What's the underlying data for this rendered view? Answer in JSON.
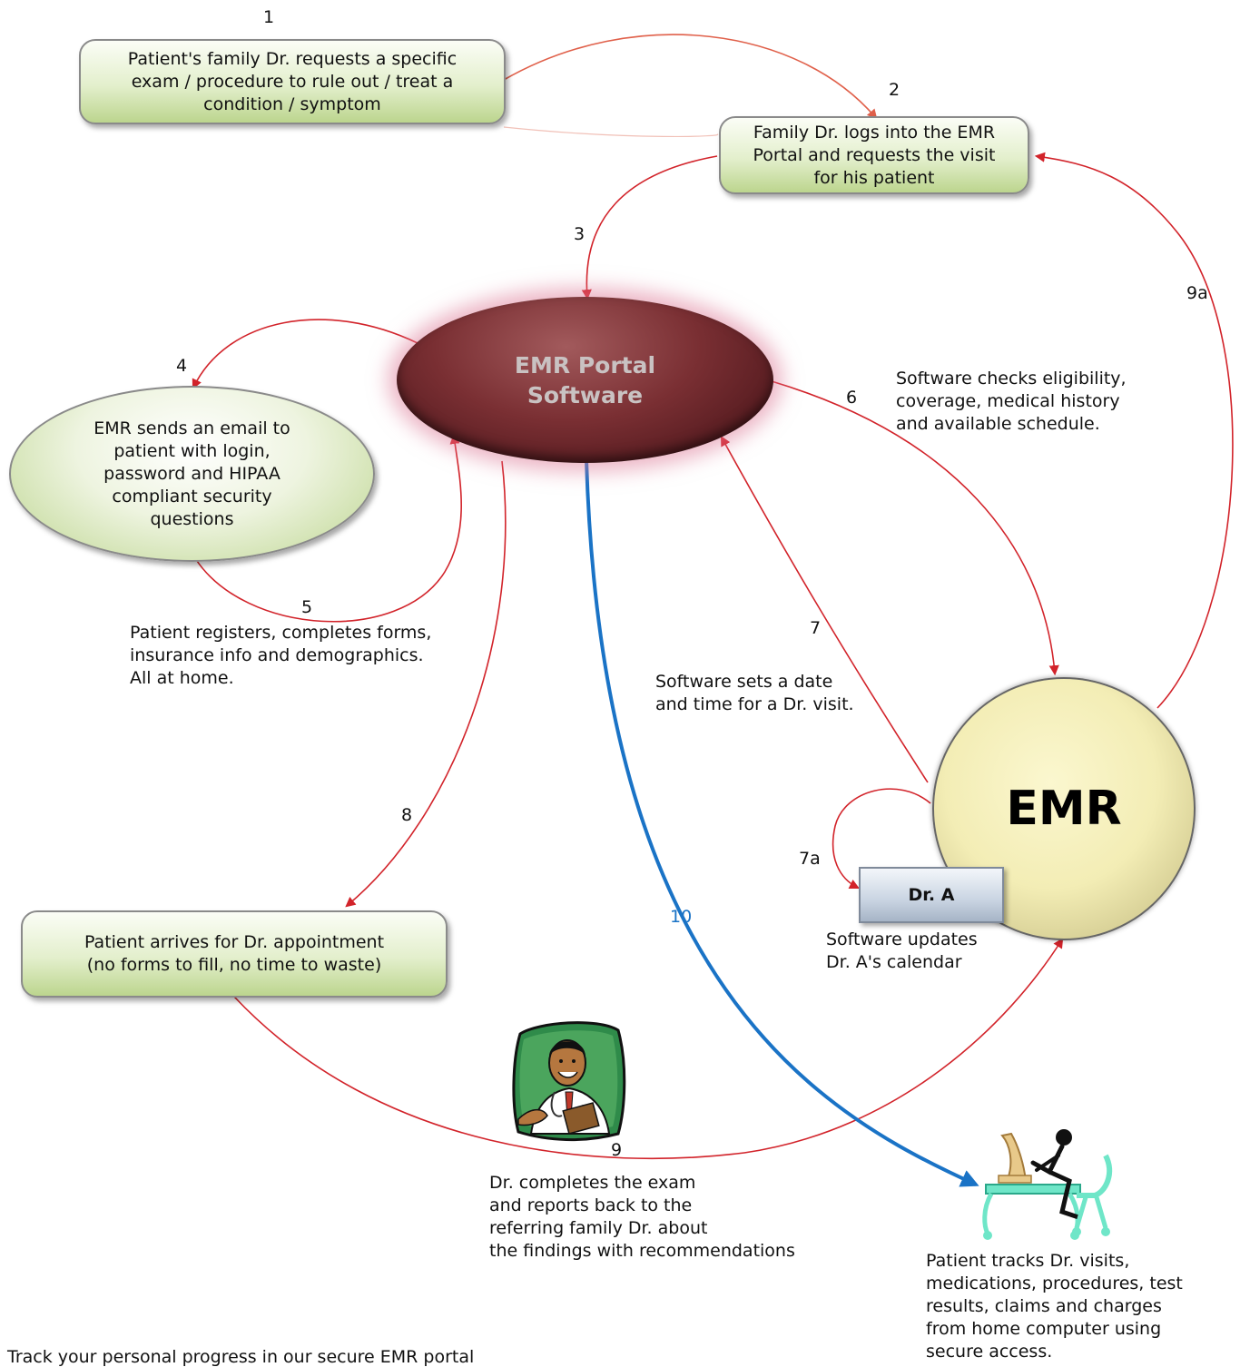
{
  "nodes": {
    "request_box": "Patient's family Dr. requests a specific\nexam / procedure to rule out / treat a\ncondition / symptom",
    "login_box": "Family Dr. logs into the EMR\nPortal and requests the visit\nfor his patient",
    "portal": "EMR Portal\nSoftware",
    "email_oval": "EMR sends an email to\npatient with login,\npassword and HIPAA\ncompliant security\nquestions",
    "arrives_box": "Patient arrives for Dr. appointment\n(no forms to fill, no time to waste)",
    "emr": "EMR",
    "dr_a": "Dr. A"
  },
  "step_numbers": {
    "n1": "1",
    "n2": "2",
    "n3": "3",
    "n4": "4",
    "n5": "5",
    "n6": "6",
    "n7": "7",
    "n7a": "7a",
    "n8": "8",
    "n9": "9",
    "n9a": "9a",
    "n10": "10"
  },
  "notes": {
    "eligibility": "Software checks eligibility,\ncoverage, medical history\nand available schedule.",
    "registers": "Patient registers, completes forms,\ninsurance info and demographics.\nAll at home.",
    "sets_date": "Software sets a date\nand time for a Dr. visit.",
    "updates_calendar": "Software updates\nDr. A's calendar",
    "completes_exam": "Dr. completes the exam\nand reports back to the\nreferring family Dr. about\nthe findings with recommendations",
    "tracks": "Patient tracks Dr. visits,\nmedications, procedures, test\nresults, claims and charges\nfrom home computer using\nsecure access."
  },
  "footer": "Track your personal progress in our secure EMR portal",
  "colors": {
    "arrow_red": "#d2232a",
    "arrow_blue": "#1a73c6",
    "step10_blue": "#1a73c6",
    "portal_fill": "#6b2328",
    "emr_fill": "#f3edb5",
    "box_green": "#d4e5b3"
  },
  "icons": {
    "doctor": "doctor-clipart-icon",
    "patient_computer": "patient-at-computer-icon"
  }
}
